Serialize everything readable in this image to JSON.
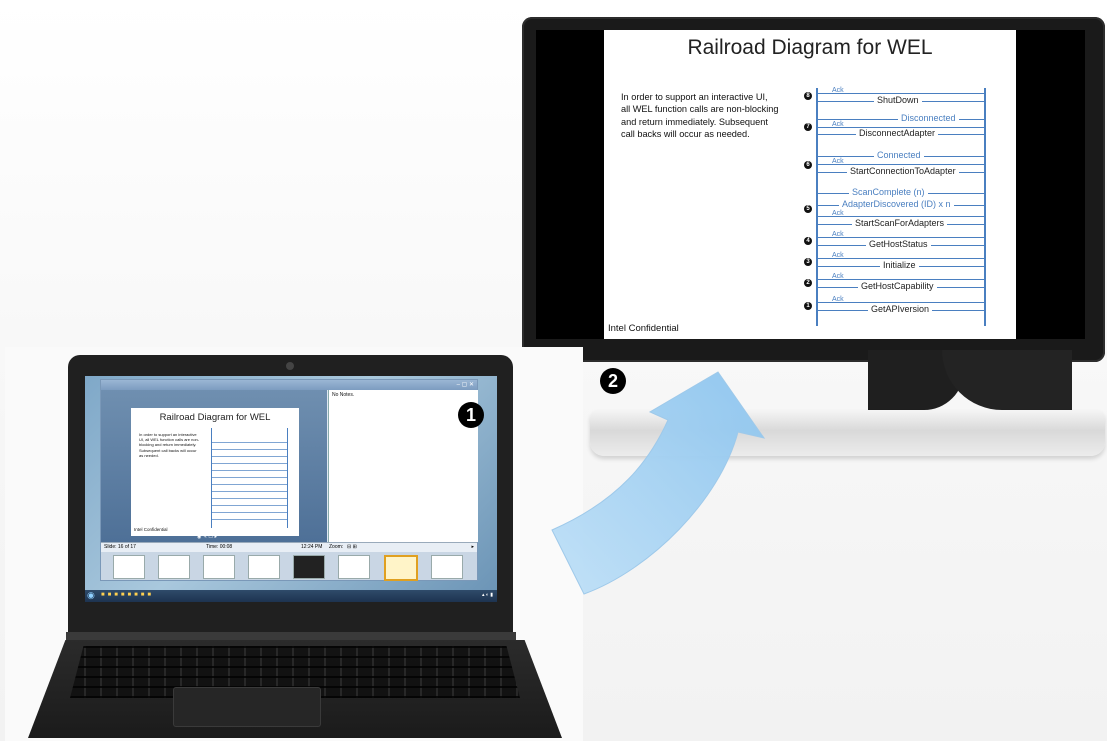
{
  "slide": {
    "title": "Railroad Diagram for WEL",
    "body": "In order to support an interactive UI, all WEL function calls are non-blocking and return immediately.  Subsequent call backs will occur as needed.",
    "body_lines": [
      "In order to support an interactive UI,",
      "all WEL function calls are non-blocking",
      "and return immediately.  Subsequent",
      "call backs will occur as needed."
    ],
    "footer": "Intel Confidential",
    "steps": [
      {
        "num": "8",
        "ack": "Ack",
        "calls": [
          "ShutDown"
        ],
        "callbacks": []
      },
      {
        "num": "7",
        "ack": "Ack",
        "calls": [
          "DisconnectAdapter"
        ],
        "callbacks": [
          "Disconnected"
        ]
      },
      {
        "num": "6",
        "ack": "Ack",
        "calls": [
          "StartConnectionToAdapter"
        ],
        "callbacks": [
          "Connected"
        ]
      },
      {
        "num": "5",
        "ack": "Ack",
        "calls": [
          "StartScanForAdapters"
        ],
        "callbacks": [
          "ScanComplete (n)",
          "AdapterDiscovered (ID) x n"
        ]
      },
      {
        "num": "4",
        "ack": "Ack",
        "calls": [
          "GetHostStatus"
        ],
        "callbacks": []
      },
      {
        "num": "3",
        "ack": "Ack",
        "calls": [
          "Initialize"
        ],
        "callbacks": []
      },
      {
        "num": "2",
        "ack": "Ack",
        "calls": [
          "GetHostCapability"
        ],
        "callbacks": []
      },
      {
        "num": "1",
        "ack": "Ack",
        "calls": [
          "GetAPIversion"
        ],
        "callbacks": []
      }
    ]
  },
  "presenter": {
    "notes": "No Notes.",
    "slide_counter": "Slide: 16 of 17",
    "timer": "Time: 00:08",
    "clock": "12:24 PM",
    "zoom_label": "Zoom:"
  },
  "callouts": {
    "laptop": "1",
    "monitor": "2"
  },
  "colors": {
    "accent": "#4a7fc0",
    "arrow": "#9ecbf0",
    "bezel": "#1a1a1a"
  }
}
